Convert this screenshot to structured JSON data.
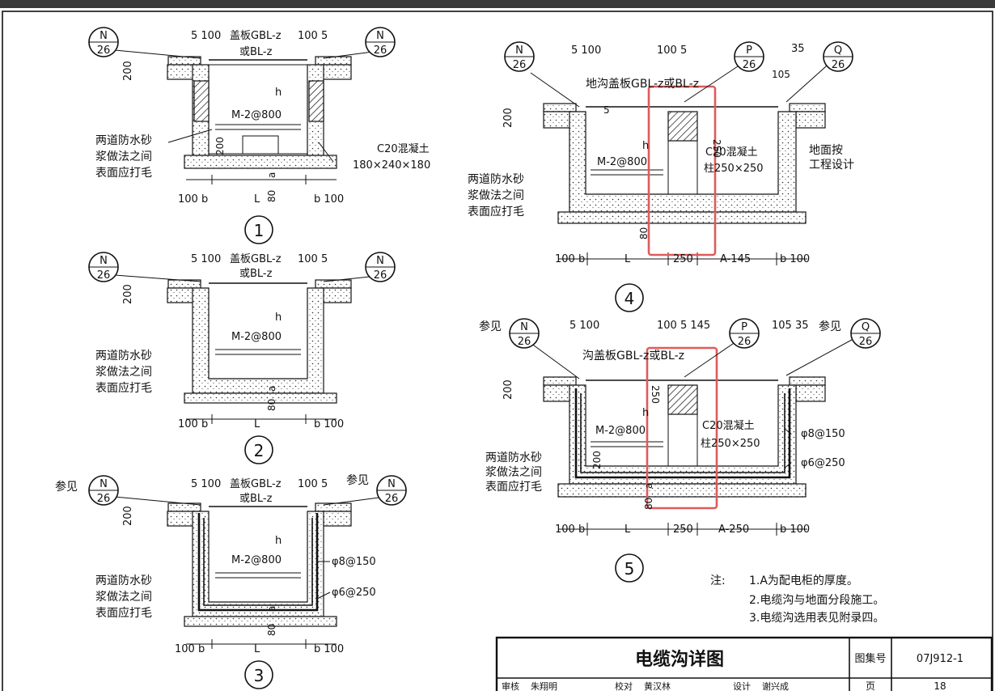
{
  "sheet": {
    "title": "电缆沟详图",
    "atlas_label": "图集号",
    "atlas_no": "07J912-1",
    "page_label": "页",
    "page_no": "18",
    "signature_row": [
      "审核",
      "朱翔明",
      "校对",
      "黄汉林",
      "设计",
      "谢兴成"
    ]
  },
  "notes": {
    "prefix": "注:",
    "items": [
      "1.A为配电柜的厚度。",
      "2.电缆沟与地面分段施工。",
      "3.电缆沟选用表见附录四。"
    ]
  },
  "labels": {
    "cover_plate": "盖板GBL-z",
    "or_bl": "或BL-z",
    "trench_cover_4": "地沟盖板GBL-z或BL-z",
    "trench_cover_5": "沟盖板GBL-z或BL-z",
    "m2": "M-2@800",
    "waterproof": [
      "两道防水砂",
      "浆做法之间",
      "表面应打毛"
    ],
    "c20_block": [
      "C20混凝土",
      "180×240×180"
    ],
    "c20_column": [
      "C20混凝土",
      "柱250×250"
    ],
    "ground": [
      "地面按",
      "工程设计"
    ],
    "rebar_a": "φ8@150",
    "rebar_b": "φ6@250",
    "see": "参见"
  },
  "callouts": {
    "N": {
      "letter": "N",
      "sheet": "26"
    },
    "P": {
      "letter": "P",
      "sheet": "26"
    },
    "Q": {
      "letter": "Q",
      "sheet": "26"
    }
  },
  "dims": {
    "top_left": "5 100",
    "top_right": "100 5",
    "d200": "200",
    "h": "h",
    "a": "a",
    "d80": "80",
    "d5": "5",
    "bottom": {
      "b100_left": "100 b",
      "L": "L",
      "b100_right": "b 100"
    },
    "d250": "250",
    "A145": "A-145",
    "A250": "A-250",
    "d35": "35",
    "d105": "105",
    "d10035": "105 35",
    "d1005145": "100 5 145"
  },
  "details": [
    "1",
    "2",
    "3",
    "4",
    "5"
  ]
}
